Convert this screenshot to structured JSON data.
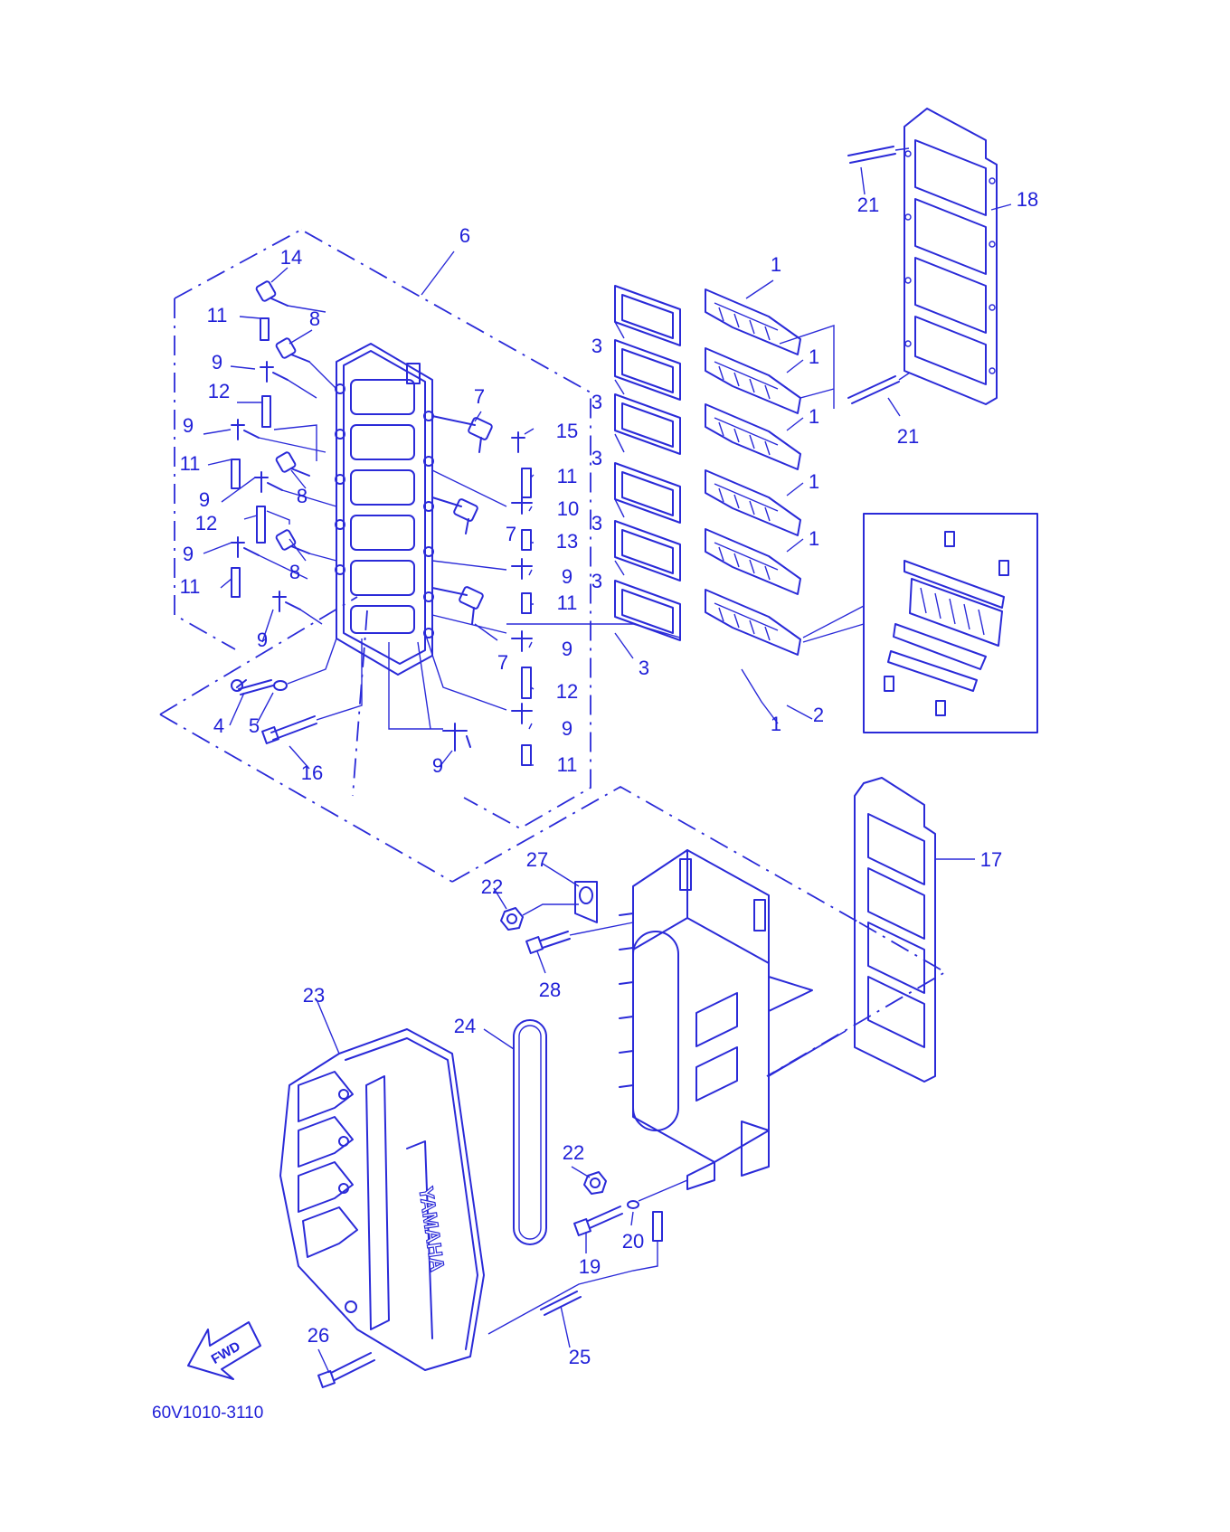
{
  "diagram": {
    "diagram_code": "60V1010-3110",
    "brand_text": "YAMAHA",
    "direction_label": "FWD",
    "colors": {
      "line": "#2a2ad8",
      "text": "#2020d8",
      "background": "#ffffff"
    },
    "callouts": [
      {
        "id": "c1a",
        "label": "1"
      },
      {
        "id": "c1b",
        "label": "1"
      },
      {
        "id": "c1c",
        "label": "1"
      },
      {
        "id": "c1d",
        "label": "1"
      },
      {
        "id": "c1e",
        "label": "1"
      },
      {
        "id": "c1f",
        "label": "1"
      },
      {
        "id": "c2",
        "label": "2"
      },
      {
        "id": "c3a",
        "label": "3"
      },
      {
        "id": "c3b",
        "label": "3"
      },
      {
        "id": "c3c",
        "label": "3"
      },
      {
        "id": "c3d",
        "label": "3"
      },
      {
        "id": "c3e",
        "label": "3"
      },
      {
        "id": "c3f",
        "label": "3"
      },
      {
        "id": "c4",
        "label": "4"
      },
      {
        "id": "c5",
        "label": "5"
      },
      {
        "id": "c6",
        "label": "6"
      },
      {
        "id": "c7a",
        "label": "7"
      },
      {
        "id": "c7b",
        "label": "7"
      },
      {
        "id": "c7c",
        "label": "7"
      },
      {
        "id": "c8a",
        "label": "8"
      },
      {
        "id": "c8b",
        "label": "8"
      },
      {
        "id": "c8c",
        "label": "8"
      },
      {
        "id": "c9a",
        "label": "9"
      },
      {
        "id": "c9b",
        "label": "9"
      },
      {
        "id": "c9c",
        "label": "9"
      },
      {
        "id": "c9d",
        "label": "9"
      },
      {
        "id": "c9e",
        "label": "9"
      },
      {
        "id": "c9f",
        "label": "9"
      },
      {
        "id": "c9g",
        "label": "9"
      },
      {
        "id": "c9h",
        "label": "9"
      },
      {
        "id": "c9i",
        "label": "9"
      },
      {
        "id": "c10",
        "label": "10"
      },
      {
        "id": "c11a",
        "label": "11"
      },
      {
        "id": "c11b",
        "label": "11"
      },
      {
        "id": "c11c",
        "label": "11"
      },
      {
        "id": "c11d",
        "label": "11"
      },
      {
        "id": "c11e",
        "label": "11"
      },
      {
        "id": "c11f",
        "label": "11"
      },
      {
        "id": "c12a",
        "label": "12"
      },
      {
        "id": "c12b",
        "label": "12"
      },
      {
        "id": "c12c",
        "label": "12"
      },
      {
        "id": "c13",
        "label": "13"
      },
      {
        "id": "c14",
        "label": "14"
      },
      {
        "id": "c15",
        "label": "15"
      },
      {
        "id": "c16",
        "label": "16"
      },
      {
        "id": "c17",
        "label": "17"
      },
      {
        "id": "c18",
        "label": "18"
      },
      {
        "id": "c19",
        "label": "19"
      },
      {
        "id": "c20",
        "label": "20"
      },
      {
        "id": "c21a",
        "label": "21"
      },
      {
        "id": "c21b",
        "label": "21"
      },
      {
        "id": "c22a",
        "label": "22"
      },
      {
        "id": "c22b",
        "label": "22"
      },
      {
        "id": "c23",
        "label": "23"
      },
      {
        "id": "c24",
        "label": "24"
      },
      {
        "id": "c25",
        "label": "25"
      },
      {
        "id": "c26",
        "label": "26"
      },
      {
        "id": "c27",
        "label": "27"
      },
      {
        "id": "c28",
        "label": "28"
      }
    ]
  }
}
